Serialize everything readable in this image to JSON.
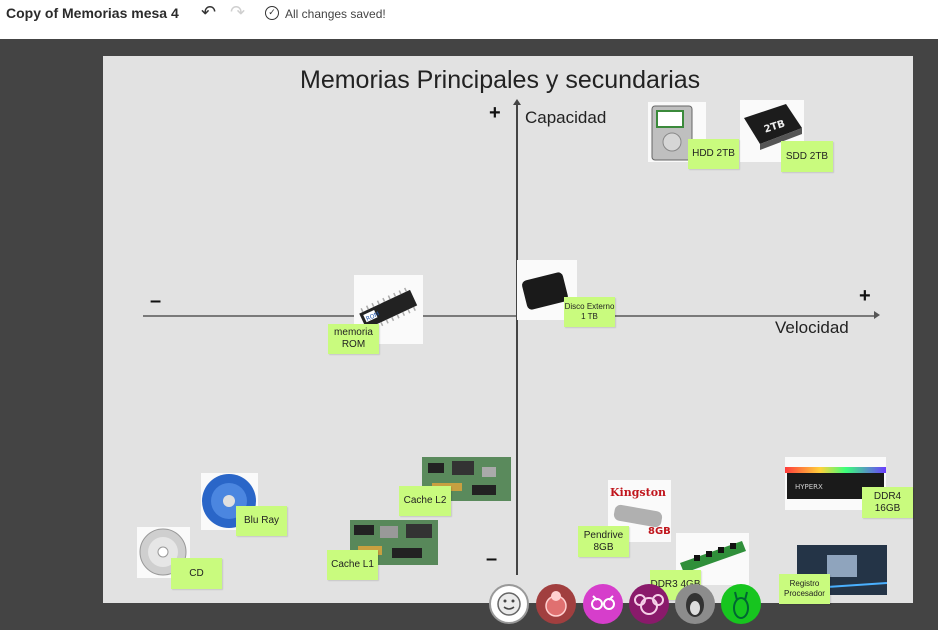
{
  "header": {
    "doc_title": "Copy of Memorias mesa 4",
    "undo_icon": "undo-icon",
    "redo_icon": "redo-icon",
    "save_status": "All changes saved!"
  },
  "board": {
    "title": "Memorias Principales y secundarias",
    "plus_vertical": "+",
    "plus_horizontal": "+",
    "minus_horizontal": "–",
    "minus_vertical": "–",
    "y_axis_label": "Capacidad",
    "x_axis_label": "Velocidad"
  },
  "stickies": {
    "hdd": "HDD 2TB",
    "sdd": "SDD 2TB",
    "disco": "Disco Externo 1 TB",
    "rom": "memoria ROM",
    "cache_l2": "Cache L2",
    "blu_ray": "Blu Ray",
    "cd": "CD",
    "cache_l1": "Cache L1",
    "pendrive": "Pendrive 8GB",
    "ddr3": "DDR3 4GB",
    "ddr4": "DDR4 16GB",
    "registro": "Registro Procesador"
  },
  "images": {
    "ssd_text": "2TB",
    "kingston_text": "Kingston",
    "kingston_size": "8GB",
    "hyperx_text": "HYPERX",
    "rom_chip_text": "ROM"
  },
  "reactions": [
    "smiley-avatar",
    "ladybug-avatar",
    "owl-avatar",
    "koala-avatar",
    "penguin-avatar",
    "llama-avatar"
  ],
  "colors": {
    "sticky": "#c9fb7e",
    "board": "#e2e2e2",
    "background": "#444444"
  }
}
